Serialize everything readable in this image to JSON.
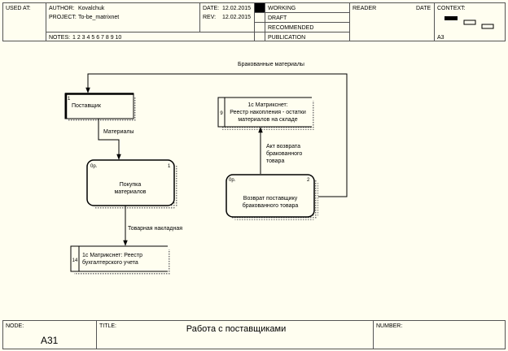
{
  "header": {
    "used_at": "USED AT:",
    "author_label": "AUTHOR:",
    "author": "Kovalchuk",
    "project_label": "PROJECT:",
    "project": "To-be_matrixnet",
    "notes_label": "NOTES:",
    "notes": "1 2 3 4 5 6 7 8 9 10",
    "date_label": "DATE:",
    "date": "12.02.2015",
    "rev_label": "REV:",
    "rev": "12.02.2015",
    "status": [
      "WORKING",
      "DRAFT",
      "RECOMMENDED",
      "PUBLICATION"
    ],
    "reader_label": "READER",
    "reader_date_label": "DATE",
    "context_label": "CONTEXT:",
    "context_node": "A3"
  },
  "diagram": {
    "activities": [
      {
        "label_lines": [
          "Покупка",
          "материалов"
        ],
        "number": "1",
        "code": "0р."
      },
      {
        "label_lines": [
          "Возврат поставщику",
          "бракованного товара"
        ],
        "number": "2",
        "code": "0р."
      }
    ],
    "external_entity": {
      "number": "1",
      "label": "Поставщик"
    },
    "data_stores": [
      {
        "id": "9",
        "label_lines": [
          "1с Матрикснет:",
          "Реестр накопления - остатки",
          "материалов на складе"
        ]
      },
      {
        "id": "14",
        "label_lines": [
          "1с Матрикснет: Реестр",
          "бухгалтерского учета"
        ]
      }
    ],
    "flows": {
      "defective": "Бракованные материалы",
      "materials": "Материалы",
      "invoice": "Товарная накладная",
      "return_act": [
        "Акт возврата",
        "бракованного",
        "товара"
      ]
    }
  },
  "footer": {
    "node_label": "NODE:",
    "node": "A31",
    "title_label": "TITLE:",
    "title": "Работа с поставщиками",
    "number_label": "NUMBER:"
  }
}
